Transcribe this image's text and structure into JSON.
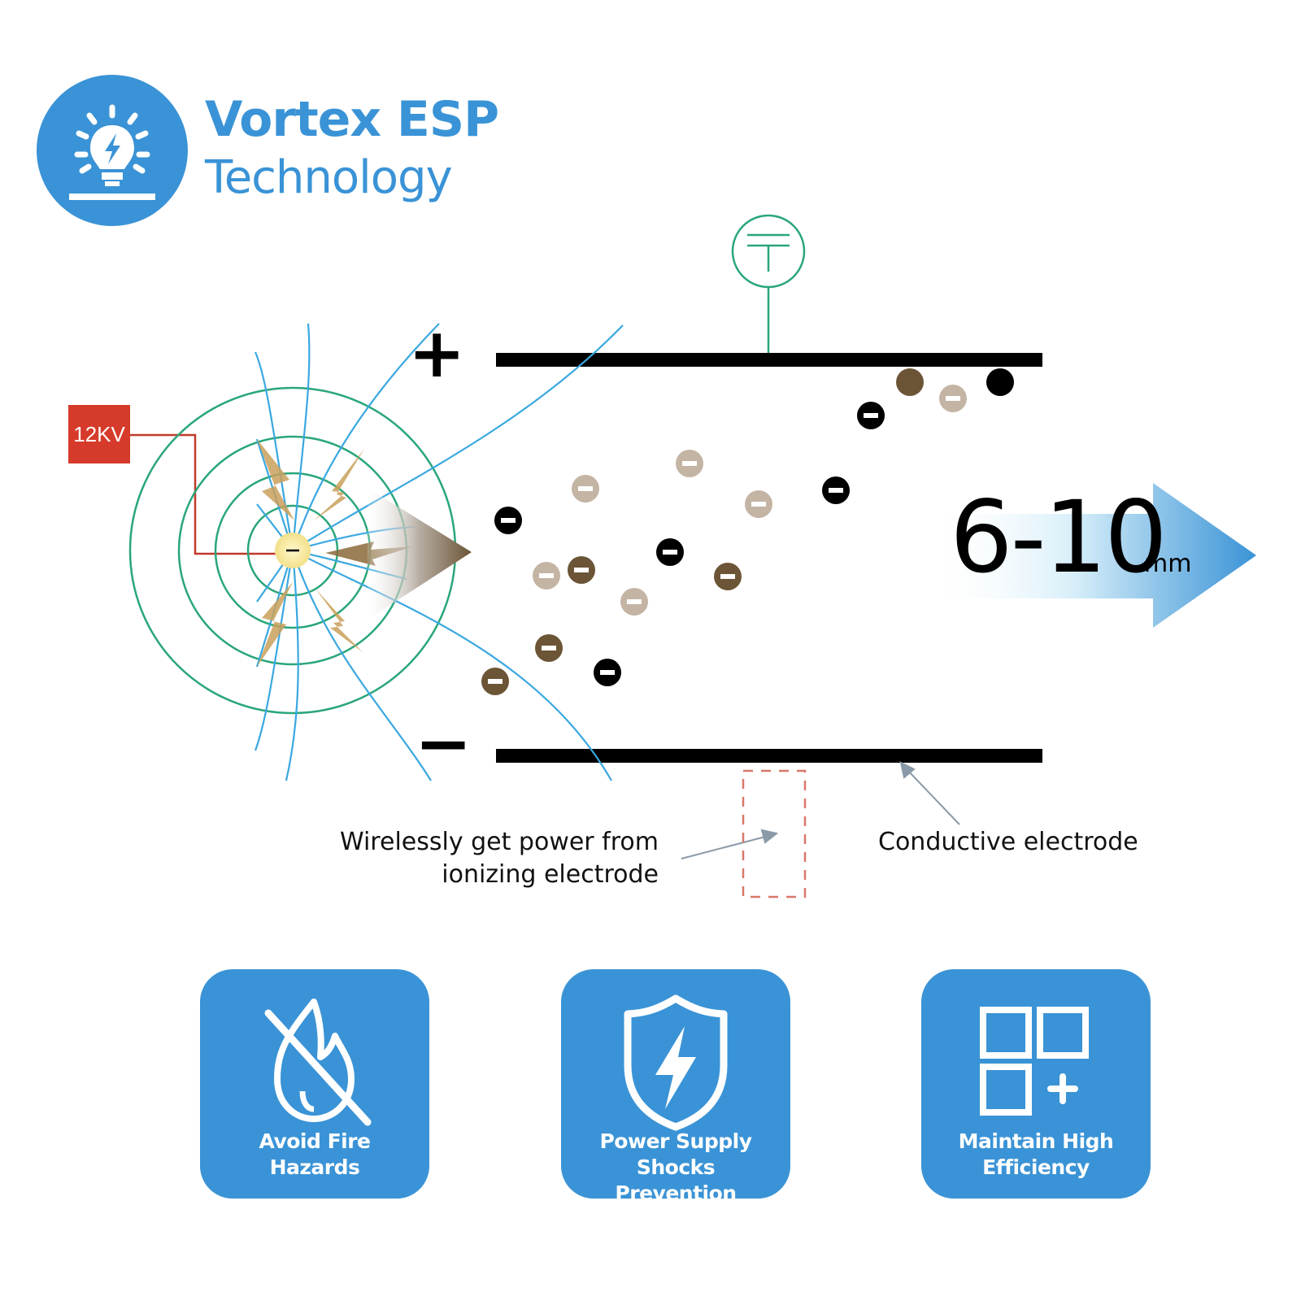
{
  "brand": {
    "title": "Vortex ESP",
    "subtitle": "Technology",
    "logo_icon": "lightbulb-bolt-icon",
    "color": "#3a93d6"
  },
  "diagram": {
    "voltage_label": "12KV",
    "plus_label": "+",
    "minus_label": "−",
    "range_value": "6-10",
    "range_unit": "mm",
    "ground_icon": "ground-symbol-icon",
    "callout_wireless_line1": "Wirelessly get power from",
    "callout_wireless_line2": "ionizing electrode",
    "callout_conductive": "Conductive electrode",
    "colors": {
      "field_lines": "#3aa8e0",
      "equipotential": "#2aa67a",
      "voltage_box": "#d63a2a",
      "particle_dark_brown": "#6b5536",
      "particle_light": "#c4b4a4",
      "particle_black": "#000000"
    }
  },
  "features": [
    {
      "label_line1": "Avoid Fire",
      "label_line2": "Hazards",
      "icon": "no-fire-icon"
    },
    {
      "label_line1": "Power Supply Shocks",
      "label_line2": "Prevention",
      "icon": "shield-bolt-icon"
    },
    {
      "label_line1": "Maintain High",
      "label_line2": "Efficiency",
      "icon": "grid-plus-icon"
    }
  ]
}
